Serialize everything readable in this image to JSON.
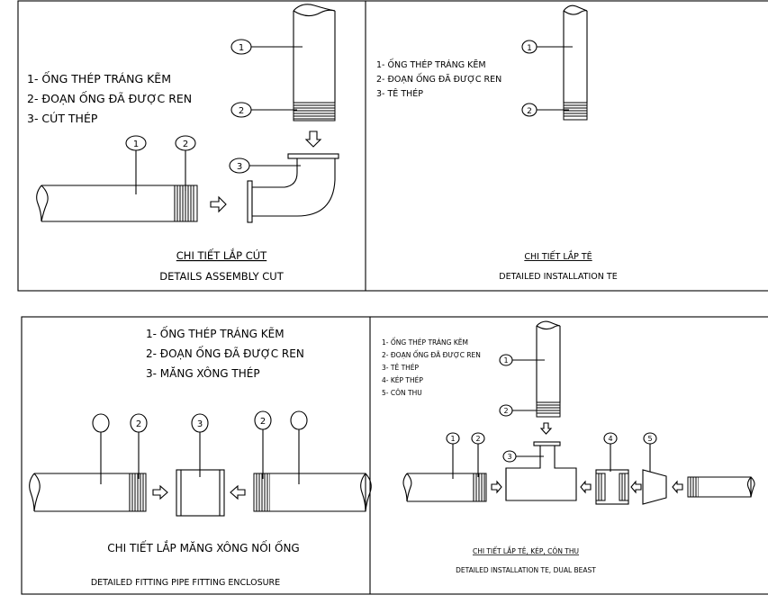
{
  "panel_cut": {
    "legend": [
      "1- ỐNG THÉP TRÁNG KẼM",
      "2- ĐOẠN ỐNG ĐÃ ĐƯỢC REN",
      "3- CÚT THÉP"
    ],
    "callouts": [
      "1",
      "2",
      "3",
      "1",
      "2"
    ],
    "title_vn": "CHI TIẾT LẮP CÚT",
    "title_en": "DETAILS ASSEMBLY CUT"
  },
  "panel_tee": {
    "legend": [
      "1- ỐNG THÉP TRÁNG KẼM",
      "2- ĐOẠN ỐNG ĐÃ ĐƯỢC REN",
      "3- TÊ THÉP"
    ],
    "callouts": [
      "1",
      "2"
    ],
    "title_vn": "CHI TIẾT LẮP TÊ",
    "title_en": "DETAILED INSTALLATION TE"
  },
  "panel_coupling": {
    "legend": [
      "1- ỐNG THÉP TRÁNG KẼM",
      "2- ĐOẠN ỐNG ĐÃ ĐƯỢC REN",
      "3- MĂNG XÔNG THÉP"
    ],
    "callouts": [
      "",
      "2",
      "3",
      "2",
      ""
    ],
    "title_vn": "CHI TIẾT LẮP MĂNG XÔNG NỐI ỐNG",
    "title_en": "DETAILED FITTING PIPE FITTING ENCLOSURE"
  },
  "panel_reducer": {
    "legend": [
      "1- ỐNG THÉP TRÁNG KẼM",
      "2- ĐOẠN ỐNG ĐÃ ĐƯỢC REN",
      "3- TÊ THÉP",
      "4- KÉP THÉP",
      "5- CÔN THU"
    ],
    "callouts": [
      "1",
      "2",
      "3",
      "1",
      "2",
      "4",
      "5"
    ],
    "title_vn": "CHI TIẾT LẮP TÊ, KÉP, CÔN THU",
    "title_en": "DETAILED INSTALLATION TE, DUAL BEAST"
  }
}
